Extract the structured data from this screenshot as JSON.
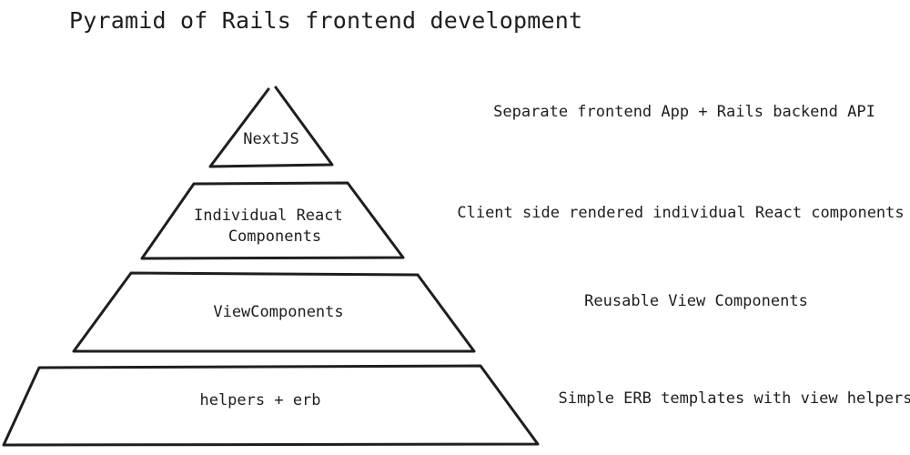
{
  "title": "Pyramid of Rails frontend development",
  "tiers": [
    {
      "label_lines": [
        "NextJS"
      ],
      "description": "Separate frontend App + Rails backend API"
    },
    {
      "label_lines": [
        "Individual React",
        "Components"
      ],
      "description": "Client side rendered individual React components"
    },
    {
      "label_lines": [
        "ViewComponents"
      ],
      "description": "Reusable View Components"
    },
    {
      "label_lines": [
        "helpers + erb"
      ],
      "description": "Simple ERB templates with view helpers"
    }
  ]
}
